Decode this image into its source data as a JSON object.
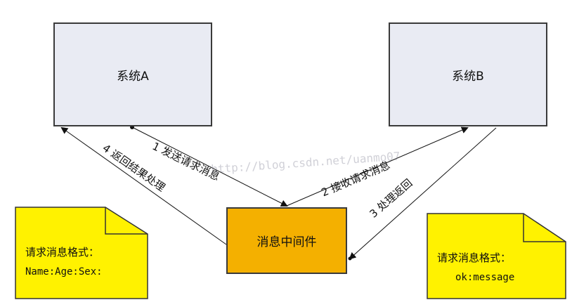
{
  "system_a": {
    "label": "系统A"
  },
  "system_b": {
    "label": "系统B"
  },
  "middleware": {
    "label": "消息中间件"
  },
  "edges": {
    "send": "1 发送请求消息",
    "receive": "2 接收请求消息",
    "process": "3 处理返回",
    "result": "4 返回结果处理"
  },
  "note_left": {
    "title": "请求消息格式：",
    "format": "Name:Age:Sex:"
  },
  "note_right": {
    "title": "请求消息格式：",
    "format": "ok:message"
  },
  "watermark": "http://blog.csdn.net/uanmo07",
  "colors": {
    "system_fill": "#e9ebf3",
    "middleware_fill": "#f4b000",
    "note_fill": "#fff200"
  }
}
